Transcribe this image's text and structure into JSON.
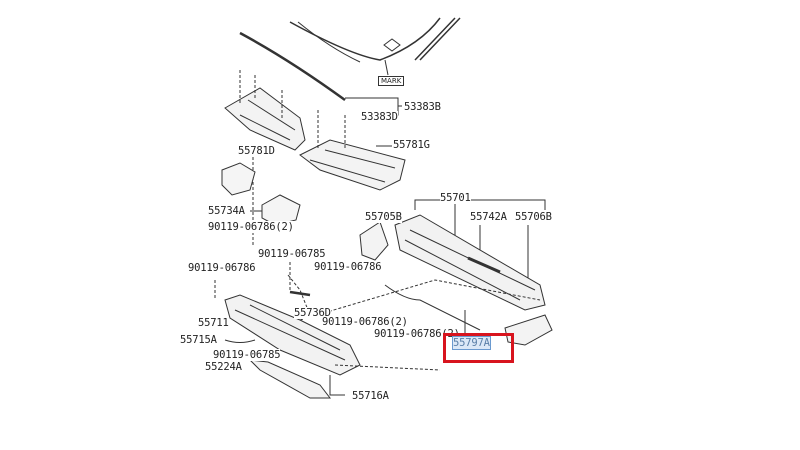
{
  "diagram": {
    "mark_label": "MARK",
    "labels": {
      "p53383B": "53383B",
      "p53383D": "53383D",
      "p55781D": "55781D",
      "p55781G": "55781G",
      "p55701": "55701",
      "p55705B": "55705B",
      "p55742A": "55742A",
      "p55706B": "55706B",
      "p55734A": "55734A",
      "b1": "90119-06786(2)",
      "b2": "90119-06785",
      "b3": "90119-06786",
      "b4": "90119-06786",
      "p55736D": "55736D",
      "p55711": "55711",
      "b5": "90119-06786(2)",
      "b6": "90119-06786(2)",
      "p55715A": "55715A",
      "p55797A": "55797A",
      "b7": "90119-06785",
      "p55224A": "55224A",
      "p55716A": "55716A"
    },
    "highlighted_part": "55797A",
    "highlight_color": "#d8141e"
  }
}
